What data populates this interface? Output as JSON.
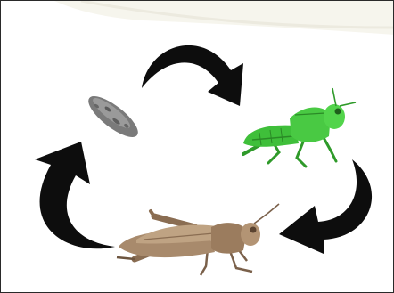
{
  "diagram": {
    "type": "life-cycle",
    "stages": [
      {
        "id": "egg",
        "icon": "egg-pod-icon"
      },
      {
        "id": "nymph",
        "icon": "green-grasshopper-nymph-icon"
      },
      {
        "id": "adult",
        "icon": "brown-grasshopper-adult-icon"
      }
    ],
    "arrows": [
      {
        "from": "egg",
        "to": "nymph",
        "icon": "curved-arrow-icon"
      },
      {
        "from": "nymph",
        "to": "adult",
        "icon": "curved-arrow-icon"
      },
      {
        "from": "adult",
        "to": "egg",
        "icon": "curved-arrow-icon"
      }
    ],
    "colors": {
      "arrow": "#0d0d0d",
      "egg": "#7a7a7a",
      "nymph": "#3fbf3a",
      "adult": "#a88a6c",
      "watermark": "#f2f0e6"
    }
  }
}
